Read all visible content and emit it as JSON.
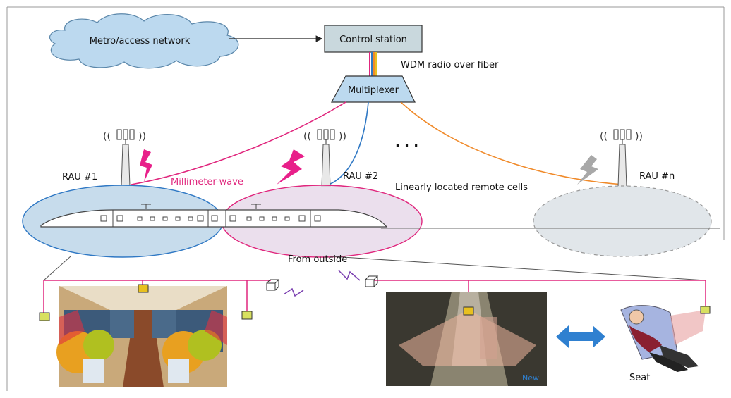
{
  "labels": {
    "metro_network": "Metro/access network",
    "control_station": "Control station",
    "wdm": "WDM radio over fiber",
    "multiplexer": "Multiplexer",
    "rau1": "RAU #1",
    "rau2": "RAU #2",
    "raun": "RAU #n",
    "ellipsis": ". . .",
    "millimeter_wave": "Millimeter-wave",
    "linear_cells": "Linearly located remote cells",
    "from_outside": "From outside",
    "seat": "Seat",
    "new_tag": "New"
  },
  "colors": {
    "cloud_fill": "#bcd9ef",
    "box_fill": "#c9d8dd",
    "fiber_magenta": "#e0267d",
    "fiber_blue": "#2f78c4",
    "fiber_orange": "#f08a2a",
    "cell1_fill": "#c7dcec",
    "cell2_fill": "#e6d7e9",
    "celln_fill": "#e1e6ea",
    "lightning": "#e8208a",
    "arrow_blue": "#2f80d0"
  }
}
